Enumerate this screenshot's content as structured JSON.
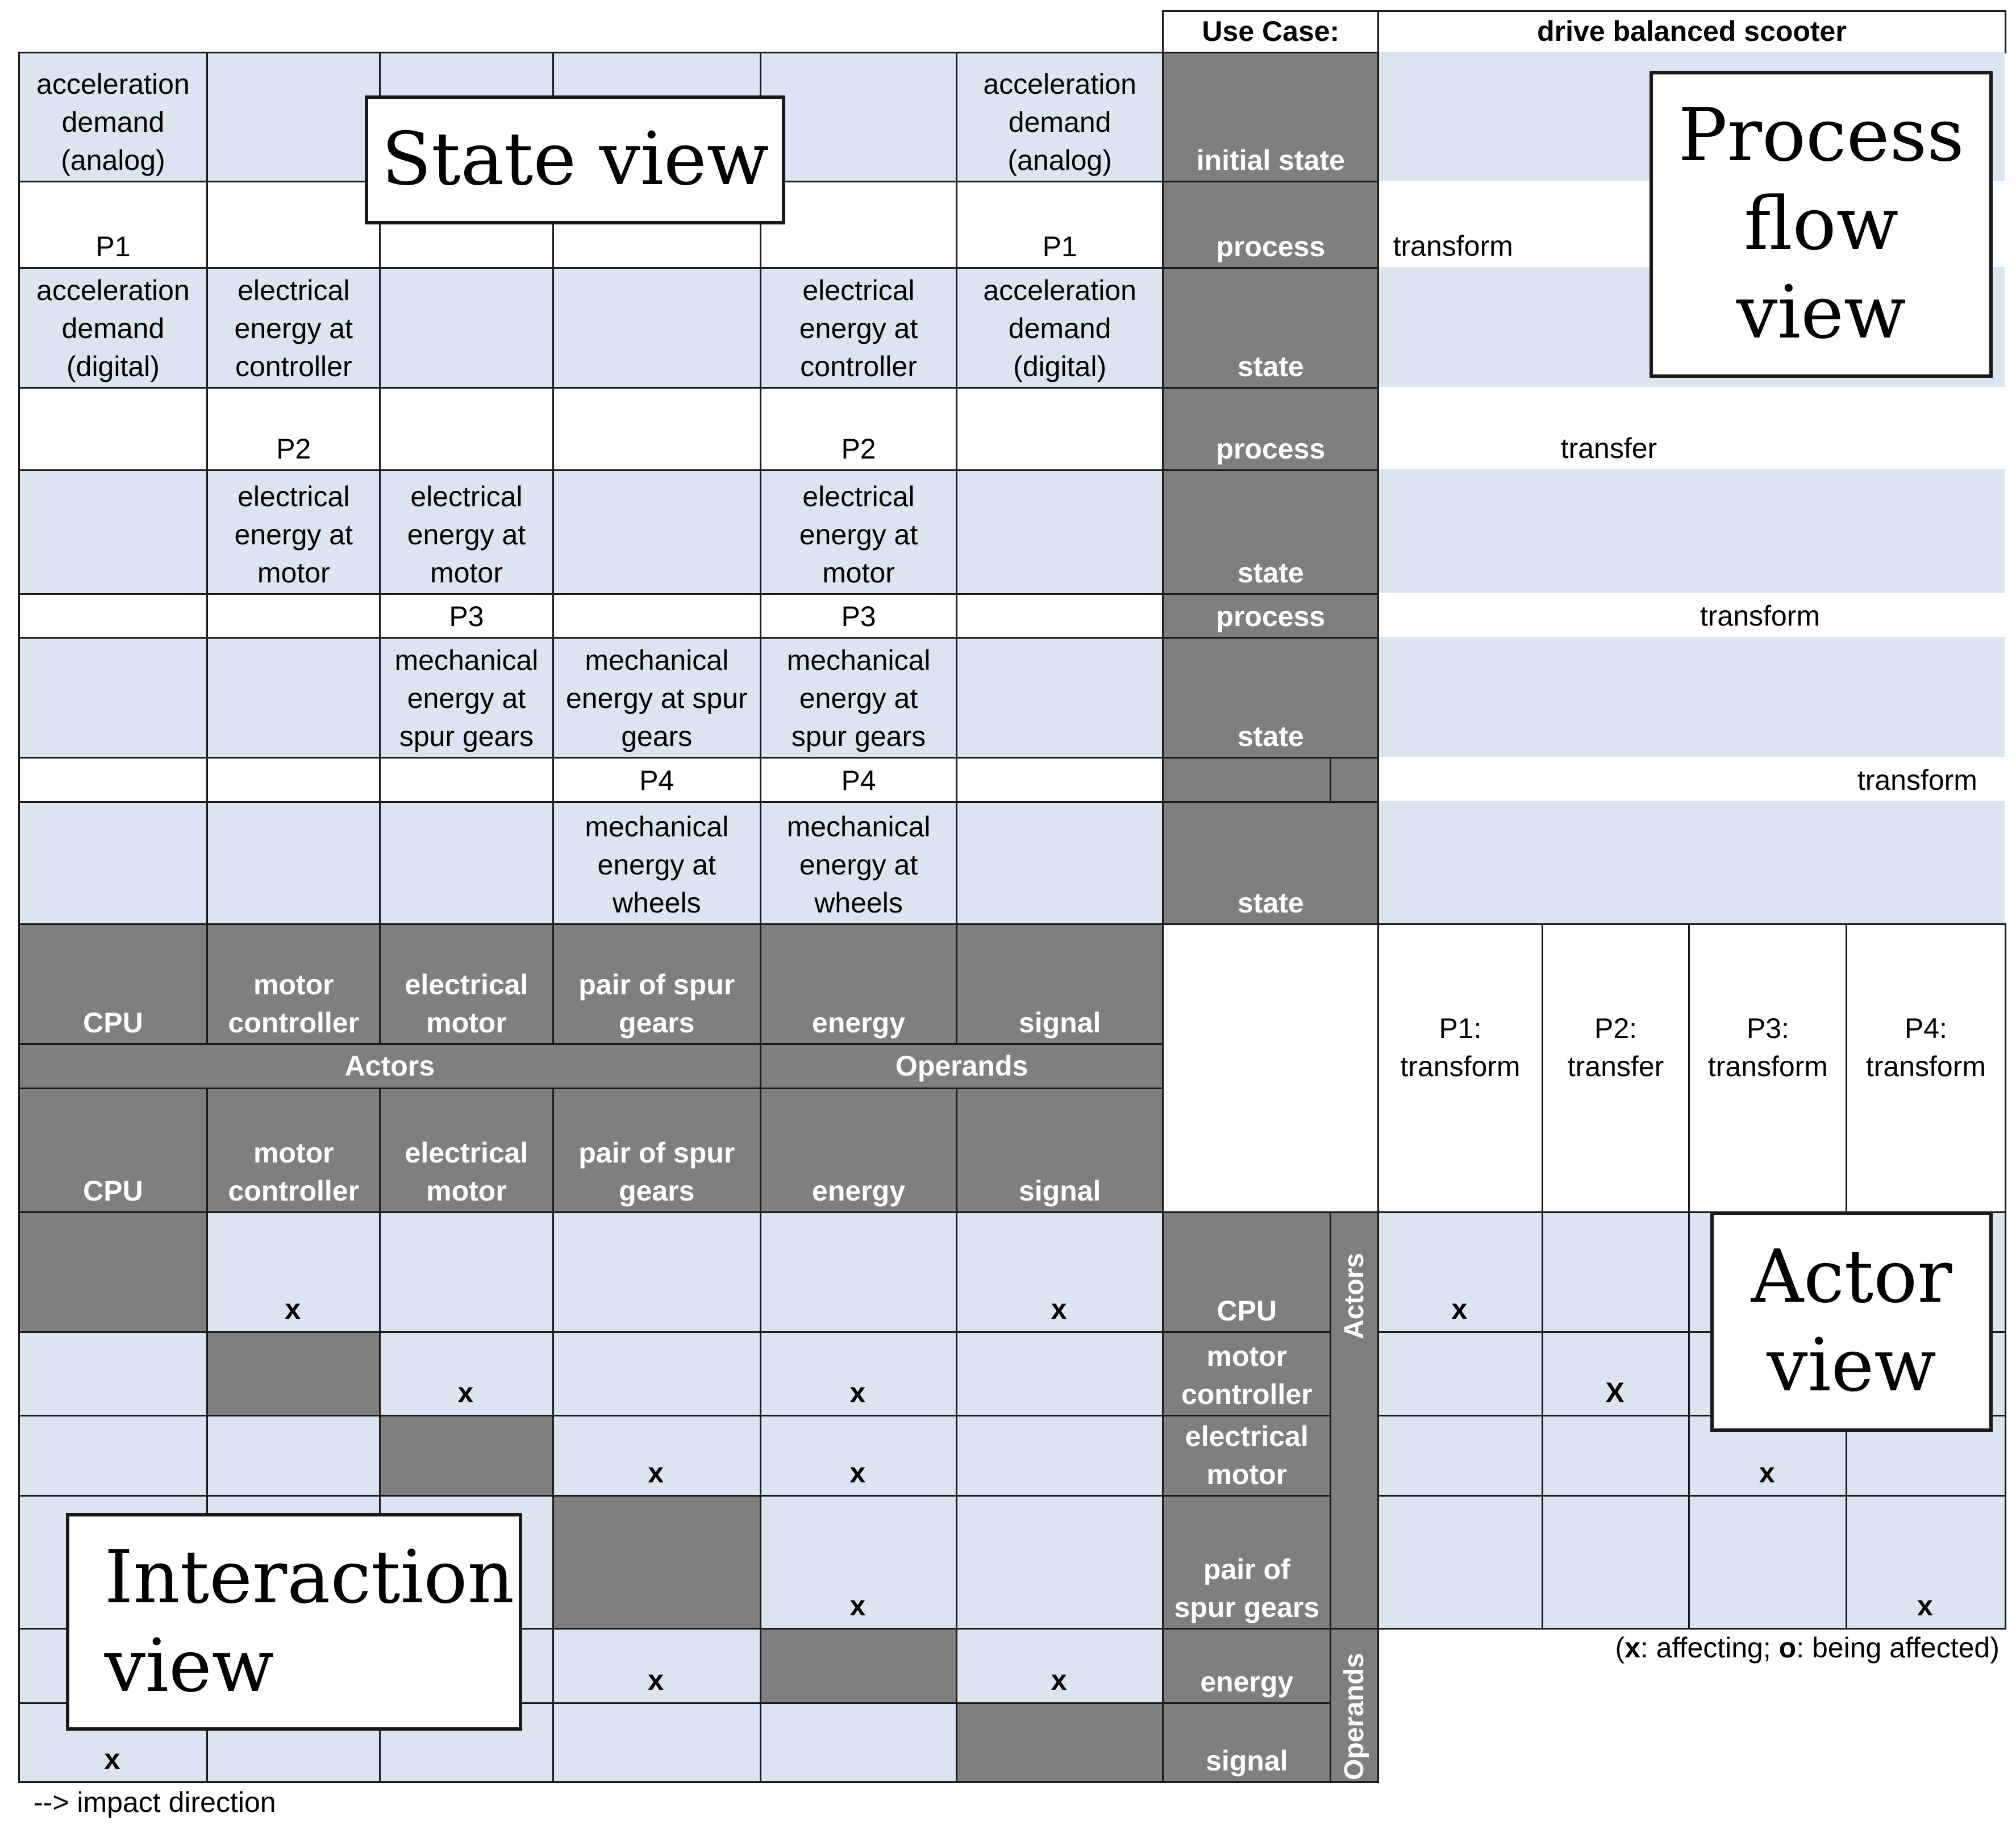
{
  "header": {
    "label": "Use Case:",
    "value": "drive balanced scooter"
  },
  "overlays": {
    "state_view": "State view",
    "process_view": "Process\nflow\nview",
    "actor_view": "Actor\nview",
    "interaction_view": "Interaction\nview"
  },
  "flow_rows": [
    {
      "type": "initial state",
      "cells": [
        "acceleration\ndemand\n(analog)",
        "",
        "",
        "",
        "",
        "acceleration\ndemand\n(analog)"
      ],
      "process_label": ""
    },
    {
      "type": "process",
      "cells": [
        "P1",
        "",
        "",
        "",
        "",
        "P1"
      ],
      "process_label": "transform"
    },
    {
      "type": "state",
      "cells": [
        "acceleration\ndemand\n(digital)",
        "electrical\nenergy at\ncontroller",
        "",
        "",
        "electrical\nenergy at\ncontroller",
        "acceleration\ndemand\n(digital)"
      ],
      "process_label": ""
    },
    {
      "type": "process",
      "cells": [
        "",
        "P2",
        "",
        "",
        "P2",
        ""
      ],
      "process_label": "transfer"
    },
    {
      "type": "state",
      "cells": [
        "",
        "electrical\nenergy at\nmotor",
        "electrical\nenergy at\nmotor",
        "",
        "electrical\nenergy at\nmotor",
        ""
      ],
      "process_label": ""
    },
    {
      "type": "process",
      "cells": [
        "",
        "",
        "P3",
        "",
        "P3",
        ""
      ],
      "process_label": "transform"
    },
    {
      "type": "state",
      "cells": [
        "",
        "",
        "mechanical\nenergy at\nspur gears",
        "mechanical\nenergy at spur\ngears",
        "mechanical\nenergy at\nspur gears",
        ""
      ],
      "process_label": ""
    },
    {
      "type": "",
      "cells": [
        "",
        "",
        "",
        "P4",
        "P4",
        ""
      ],
      "process_label": "transform"
    },
    {
      "type": "state",
      "cells": [
        "",
        "",
        "",
        "mechanical\nenergy at\nwheels",
        "mechanical\nenergy at\nwheels",
        ""
      ],
      "process_label": ""
    }
  ],
  "columns": [
    "CPU",
    "motor\ncontroller",
    "electrical\nmotor",
    "pair of spur\ngears",
    "energy",
    "signal"
  ],
  "groups": {
    "actors": "Actors",
    "operands": "Operands"
  },
  "processes": [
    "P1:\ntransform",
    "P2:\ntransfer",
    "P3:\ntransform",
    "P4:\ntransform"
  ],
  "matrix_rows": [
    {
      "label": "CPU",
      "interactions": [
        "",
        "x",
        "",
        "",
        "",
        "x"
      ],
      "actor_marks": [
        "x",
        "",
        "",
        ""
      ]
    },
    {
      "label": "motor\ncontroller",
      "interactions": [
        "",
        "",
        "x",
        "",
        "x",
        ""
      ],
      "actor_marks": [
        "",
        "X",
        "",
        ""
      ]
    },
    {
      "label": "electrical\nmotor",
      "interactions": [
        "",
        "",
        "",
        "x",
        "x",
        ""
      ],
      "actor_marks": [
        "",
        "",
        "x",
        ""
      ]
    },
    {
      "label": "pair of\nspur gears",
      "interactions": [
        "",
        "",
        "",
        "",
        "x",
        ""
      ],
      "actor_marks": [
        "",
        "",
        "",
        "x"
      ]
    },
    {
      "label": "energy",
      "interactions": [
        "",
        "",
        "",
        "x",
        "",
        "x"
      ],
      "actor_marks": []
    },
    {
      "label": "signal",
      "interactions": [
        "x",
        "",
        "",
        "",
        "",
        ""
      ],
      "actor_marks": []
    }
  ],
  "legend_parts": [
    "(",
    "x",
    ": affecting; ",
    "o",
    ": being affected)"
  ],
  "footnote": "--> impact direction",
  "colors": {
    "light_cell": "#dbe5f1",
    "dark_cell": "#7f7f7f",
    "border": "#1a1a1a"
  }
}
